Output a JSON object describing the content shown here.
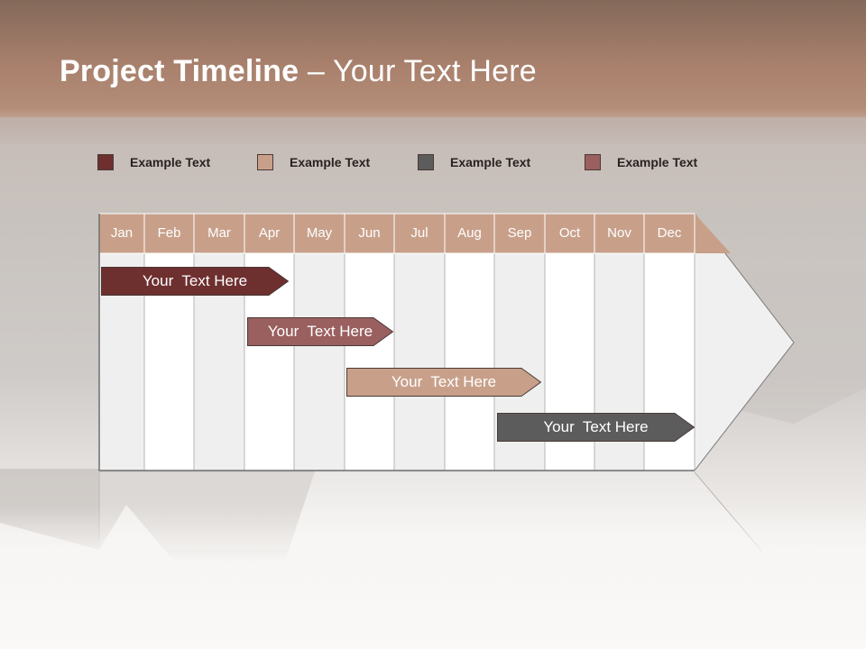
{
  "title": {
    "strong": "Project Timeline",
    "light": " – Your Text Here"
  },
  "legend": [
    {
      "label": "Example Text",
      "color": "#6e2f2f"
    },
    {
      "label": "Example Text",
      "color": "#c8a08a"
    },
    {
      "label": "Example Text",
      "color": "#5c5c5c"
    },
    {
      "label": "Example Text",
      "color": "#9a5f5f"
    }
  ],
  "months": [
    "Jan",
    "Feb",
    "Mar",
    "Apr",
    "May",
    "Jun",
    "Jul",
    "Aug",
    "Sep",
    "Oct",
    "Nov",
    "Dec"
  ],
  "tasks": [
    {
      "label": "Your  Text Here",
      "color": "#6e2f2f",
      "start": "Jan",
      "end": "Apr"
    },
    {
      "label": "Your  Text Here",
      "color": "#9a5f5f",
      "start": "Apr",
      "end": "Jun"
    },
    {
      "label": "Your  Text Here",
      "color": "#c8a08a",
      "start": "Jun",
      "end": "Sep"
    },
    {
      "label": "Your  Text Here",
      "color": "#5c5c5c",
      "start": "Sep",
      "end": "Dec"
    }
  ],
  "colors": {
    "header": "#c8a08a",
    "column_shade": "#efefef",
    "column_light": "#ffffff"
  }
}
